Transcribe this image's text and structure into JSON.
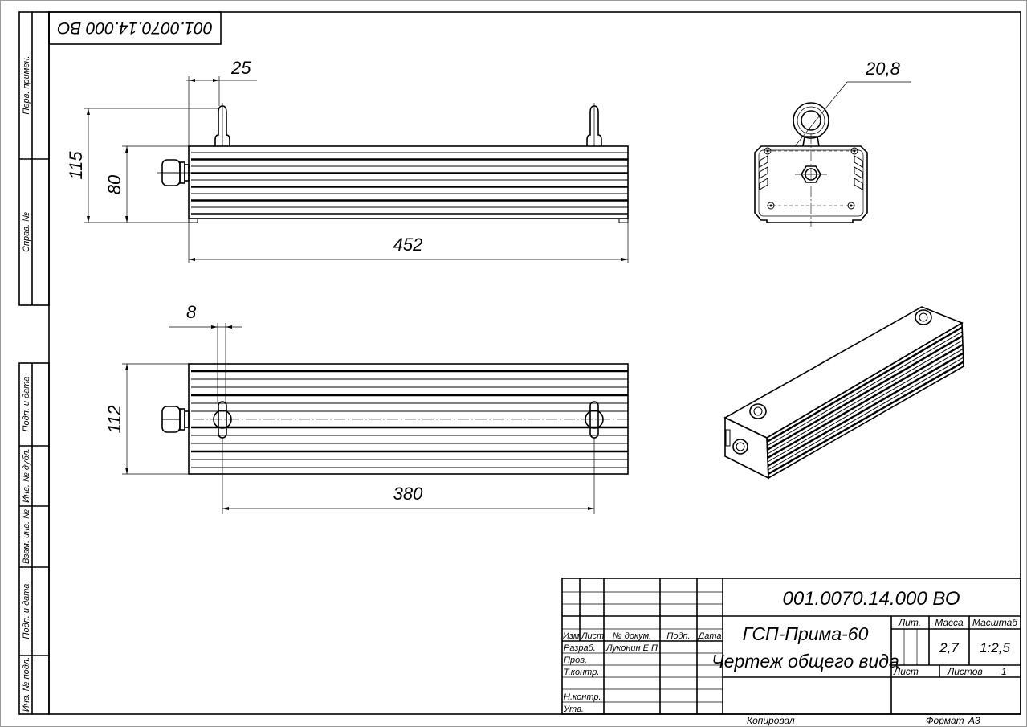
{
  "drawing": {
    "designation": "001.0070.14.000 ВО",
    "designation_rotated": "001.0070.14.000 ВО",
    "product_name": "ГСП-Прима-60",
    "document_title": "Чертеж общего вида"
  },
  "side_strip": {
    "perv_primen": "Перв. примен.",
    "sprav_no": "Справ. №",
    "podp_data_1": "Подп. и дата",
    "inv_dubl": "Инв. № дубл.",
    "vzam_inv": "Взам. инв. №",
    "podp_data_2": "Подп. и дата",
    "inv_podl": "Инв. № подл."
  },
  "dimensions": {
    "front_offset": "25",
    "front_total_height": "115",
    "front_body_height": "80",
    "front_length": "452",
    "eyebolt_diameter": "20,8",
    "top_offset": "8",
    "top_width": "112",
    "top_mount_spacing": "380"
  },
  "title_block": {
    "headers": {
      "izm": "Изм",
      "list": "Лист",
      "doc_no": "№ докум.",
      "podp": "Подп.",
      "data": "Дата"
    },
    "roles": {
      "razrab": "Разраб.",
      "prov": "Пров.",
      "tkontr": "Т.контр.",
      "nkontr": "Н.контр.",
      "utv": "Утв."
    },
    "developer": "Луконин Е П",
    "lit_label": "Лит.",
    "mass_label": "Масса",
    "scale_label": "Масштаб",
    "mass": "2,7",
    "scale": "1:2,5",
    "sheet_label": "Лист",
    "sheets_label": "Листов",
    "sheets": "1"
  },
  "footer": {
    "copied": "Копировал",
    "format_label": "Формат",
    "format": "А3"
  }
}
